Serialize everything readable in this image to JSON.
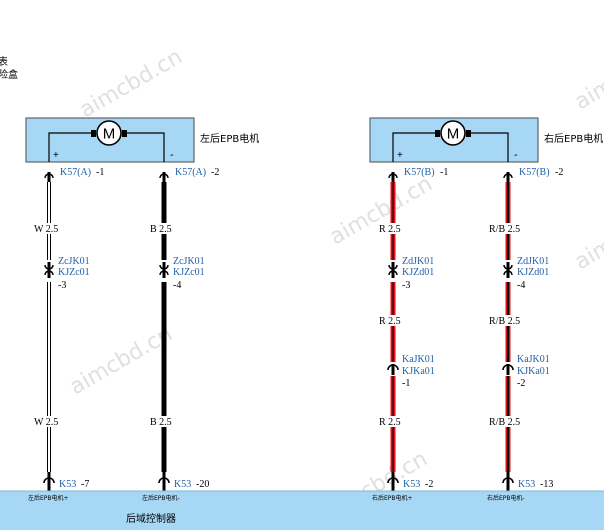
{
  "corner": {
    "line1": "表",
    "line2": "险盒"
  },
  "watermark": "aimcbd.cn",
  "colors": {
    "module_fill": "#a6d8f5",
    "controller_fill": "#a6d8f5",
    "label_blue": "#1f5fa8",
    "wire_red": "#e0101a",
    "wire_black": "#000000",
    "wire_white": "#ffffff"
  },
  "motors": {
    "left": {
      "title": "左后EPB电机",
      "plus": "+",
      "minus": "-",
      "icon": "motor-icon"
    },
    "right": {
      "title": "右后EPB电机",
      "plus": "+",
      "minus": "-",
      "icon": "motor-icon"
    }
  },
  "wires": [
    {
      "top_connector": {
        "name": "K57(A)",
        "pin": "-1"
      },
      "color_code": "W 2.5",
      "color_code_bottom": "W 2.5",
      "junction": {
        "name1": "ZcJK01",
        "name2": "KJZc01",
        "pin": "-3"
      },
      "second_junction": null,
      "bottom_connector": {
        "name": "K53",
        "pin": "-7"
      },
      "controller_pin_label": "左后EPB电机+"
    },
    {
      "top_connector": {
        "name": "K57(A)",
        "pin": "-2"
      },
      "color_code": "B 2.5",
      "color_code_bottom": "B 2.5",
      "junction": {
        "name1": "ZcJK01",
        "name2": "KJZc01",
        "pin": "-4"
      },
      "second_junction": null,
      "bottom_connector": {
        "name": "K53",
        "pin": "-20"
      },
      "controller_pin_label": "左后EPB电机-"
    },
    {
      "top_connector": {
        "name": "K57(B)",
        "pin": "-1"
      },
      "color_code": "R 2.5",
      "color_code_mid": "R 2.5",
      "color_code_bottom": "R 2.5",
      "junction": {
        "name1": "ZdJK01",
        "name2": "KJZd01",
        "pin": "-3"
      },
      "second_junction": {
        "name1": "KaJK01",
        "name2": "KJKa01",
        "pin": "-1"
      },
      "bottom_connector": {
        "name": "K53",
        "pin": "-2"
      },
      "controller_pin_label": "右后EPB电机+"
    },
    {
      "top_connector": {
        "name": "K57(B)",
        "pin": "-2"
      },
      "color_code": "R/B 2.5",
      "color_code_mid": "R/B 2.5",
      "color_code_bottom": "R/B 2.5",
      "junction": {
        "name1": "ZdJK01",
        "name2": "KJZd01",
        "pin": "-4"
      },
      "second_junction": {
        "name1": "KaJK01",
        "name2": "KJKa01",
        "pin": "-2"
      },
      "bottom_connector": {
        "name": "K53",
        "pin": "-13"
      },
      "controller_pin_label": "右后EPB电机-"
    }
  ],
  "controller": {
    "title": "后域控制器"
  }
}
